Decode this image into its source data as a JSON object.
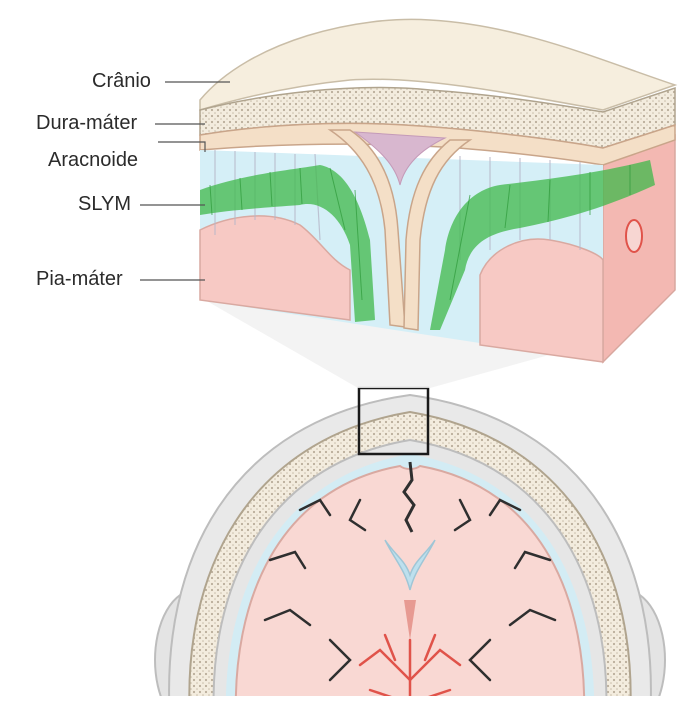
{
  "labels": {
    "cranio": "Crânio",
    "dura": "Dura-máter",
    "aracnoide": "Aracnoide",
    "slym": "SLYM",
    "pia": "Pia-máter"
  },
  "colors": {
    "bone": "#efe6d6",
    "dura": "#c9a58a",
    "csf": "#cfeef6",
    "slym": "#3fb84a",
    "brain": "#f7c9c4",
    "skull_outline": "#bdbdbd",
    "vessel": "#e0534a"
  }
}
